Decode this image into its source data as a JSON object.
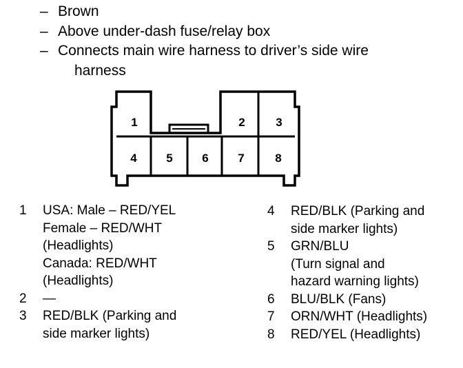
{
  "header": {
    "lines": [
      "Brown",
      "Above under-dash fuse/relay box",
      "Connects main wire harness to driver’s side wire",
      "harness"
    ],
    "dash": "–"
  },
  "connector": {
    "top_row_pins": [
      "1",
      "2",
      "3"
    ],
    "bottom_row_pins": [
      "4",
      "5",
      "6",
      "7",
      "8"
    ]
  },
  "legend_left": [
    {
      "num": "1",
      "lines": [
        "USA: Male – RED/YEL",
        "Female – RED/WHT",
        "(Headlights)",
        "Canada: RED/WHT",
        "(Headlights)"
      ]
    },
    {
      "num": "2",
      "lines": [
        "—"
      ]
    },
    {
      "num": "3",
      "lines": [
        "RED/BLK (Parking and",
        "side marker lights)"
      ]
    }
  ],
  "legend_right": [
    {
      "num": "4",
      "lines": [
        "RED/BLK (Parking and",
        "side marker lights)"
      ]
    },
    {
      "num": "5",
      "lines": [
        "GRN/BLU",
        "(Turn signal and",
        "hazard warning lights)"
      ]
    },
    {
      "num": "6",
      "lines": [
        "BLU/BLK (Fans)"
      ]
    },
    {
      "num": "7",
      "lines": [
        "ORN/WHT (Headlights)"
      ]
    },
    {
      "num": "8",
      "lines": [
        "RED/YEL (Headlights)"
      ]
    }
  ]
}
